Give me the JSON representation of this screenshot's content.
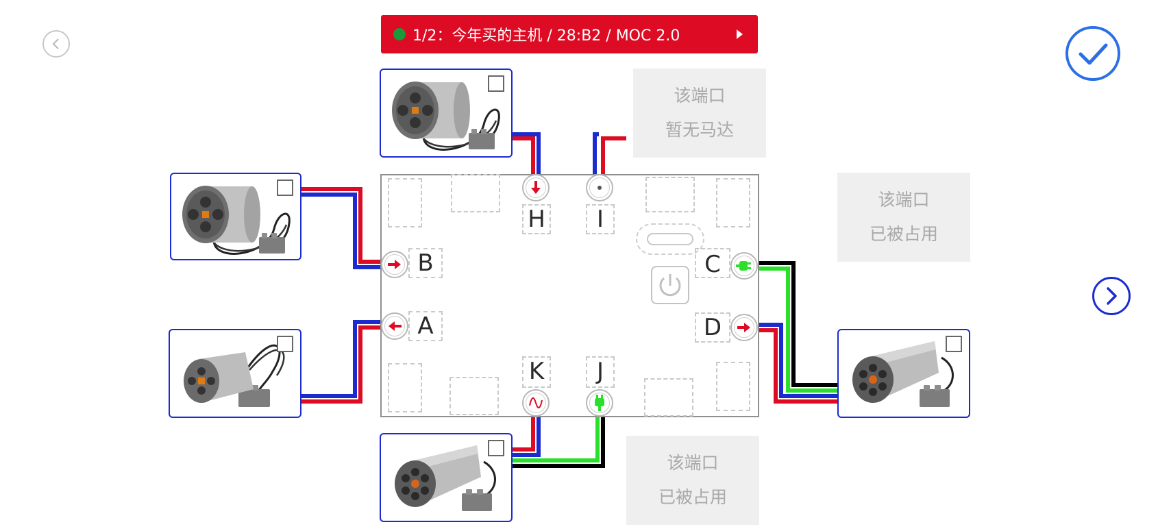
{
  "header": {
    "status_color": "#1a9a3a",
    "title": "1/2：今年买的主机 / 28:B2 / MOC 2.0",
    "next_icon": "triangle-right-icon"
  },
  "nav": {
    "back_icon": "chevron-left-icon",
    "confirm_icon": "checkmark-icon",
    "next_icon": "chevron-right-icon"
  },
  "colors": {
    "accent_red": "#dd0b23",
    "card_border": "#1b2bd0",
    "confirm_blue": "#2b6fe6",
    "wire_red": "#dd0b23",
    "wire_blue": "#1b2bd0",
    "wire_green": "#2be02b",
    "wire_black": "#000000"
  },
  "ports": [
    {
      "label": "A",
      "icon": "arrow-left-icon"
    },
    {
      "label": "B",
      "icon": "arrow-right-icon"
    },
    {
      "label": "C",
      "icon": "plug-icon"
    },
    {
      "label": "D",
      "icon": "arrow-right-icon"
    },
    {
      "label": "H",
      "icon": "arrow-down-icon"
    },
    {
      "label": "I",
      "icon": "dot-icon"
    },
    {
      "label": "J",
      "icon": "plug-icon"
    },
    {
      "label": "K",
      "icon": "sine-wave-icon"
    }
  ],
  "status_boxes": {
    "port_i": {
      "line1": "该端口",
      "line2": "暂无马达"
    },
    "port_c": {
      "line1": "该端口",
      "line2": "已被占用"
    },
    "port_j": {
      "line1": "该端口",
      "line2": "已被占用"
    }
  },
  "motors": [
    {
      "port": "H",
      "type": "xl-motor",
      "checked": false
    },
    {
      "port": "B",
      "type": "xl-motor",
      "checked": false
    },
    {
      "port": "A",
      "type": "m-motor",
      "checked": false
    },
    {
      "port": "D",
      "type": "servo-motor",
      "checked": false
    },
    {
      "port": "K",
      "type": "servo-motor",
      "checked": false
    }
  ]
}
